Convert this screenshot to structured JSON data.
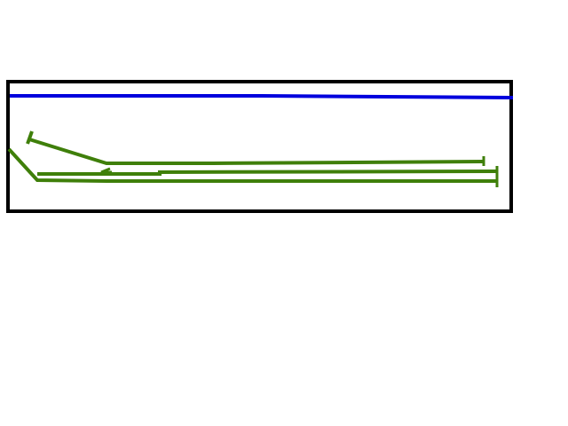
{
  "colors": {
    "background": "#ffffff",
    "frame": "#000000",
    "main_line": "#0000dd",
    "track": "#3f7f0a"
  },
  "elements": {
    "frame": "rectangle",
    "main_line": "line",
    "tracks": [
      "siding-upper",
      "siding-middle",
      "siding-lower"
    ],
    "buffer_stops": [
      "buffer-stop-left",
      "buffer-stop-upper",
      "buffer-stop-middle",
      "buffer-stop-lower"
    ]
  }
}
